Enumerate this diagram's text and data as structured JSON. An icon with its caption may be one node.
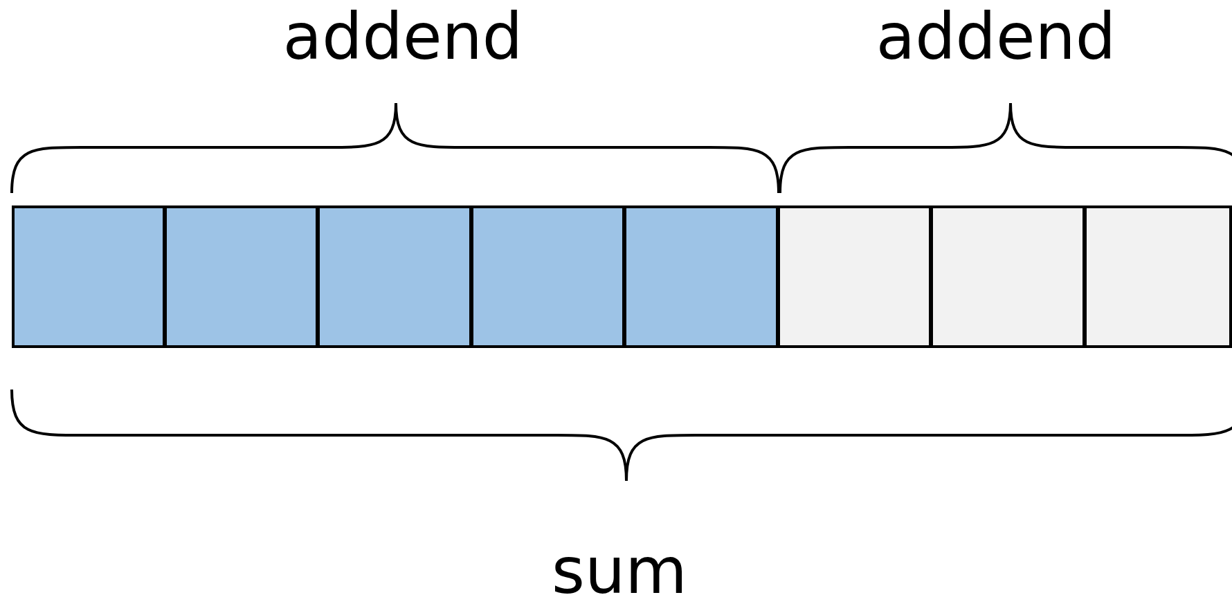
{
  "diagram": {
    "nodes": [
      {
        "text": [],
        "shape": "box"
      },
      {
        "text": [],
        "shape": "box"
      },
      {
        "text": [],
        "shape": "box"
      },
      {
        "text": [],
        "shape": "box"
      },
      {
        "text": [],
        "shape": "box"
      },
      {
        "text": [],
        "shape": "box"
      },
      {
        "text": [],
        "shape": "box"
      },
      {
        "text": [],
        "shape": "box"
      }
    ],
    "labels": [
      "addend",
      "addend",
      "sum"
    ]
  }
}
